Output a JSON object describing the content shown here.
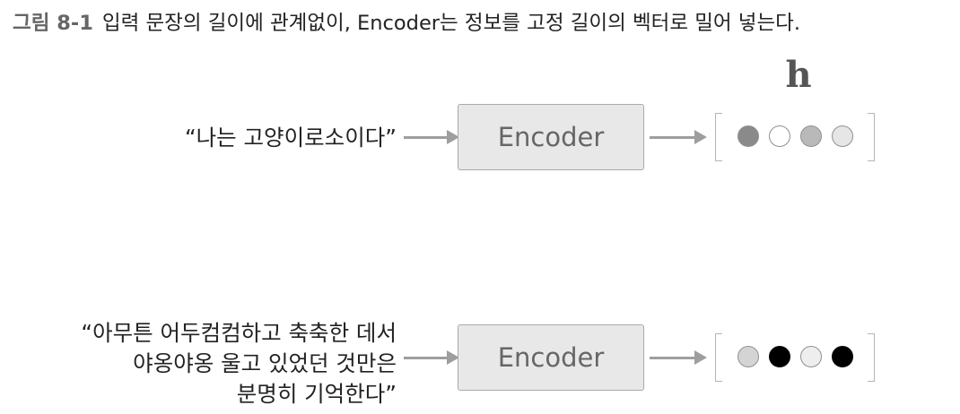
{
  "caption": {
    "figure_number": "그림 8-1",
    "text": "입력 문장의 길이에 관계없이, Encoder는 정보를 고정 길이의 벡터로 밀어 넣는다."
  },
  "vector_label": "h",
  "rows": [
    {
      "input_lines": [
        "“나는 고양이로소이다”"
      ],
      "encoder_label": "Encoder",
      "vector_colors": [
        "#8a8a8a",
        "#ffffff",
        "#b9b9b9",
        "#e6e6e6"
      ]
    },
    {
      "input_lines": [
        "“아무튼 어두컴컴하고 축축한 데서",
        "야옹야옹 울고 있었던 것만은",
        "분명히 기억한다”"
      ],
      "encoder_label": "Encoder",
      "vector_colors": [
        "#d4d4d4",
        "#000000",
        "#eeeeee",
        "#000000"
      ]
    }
  ]
}
